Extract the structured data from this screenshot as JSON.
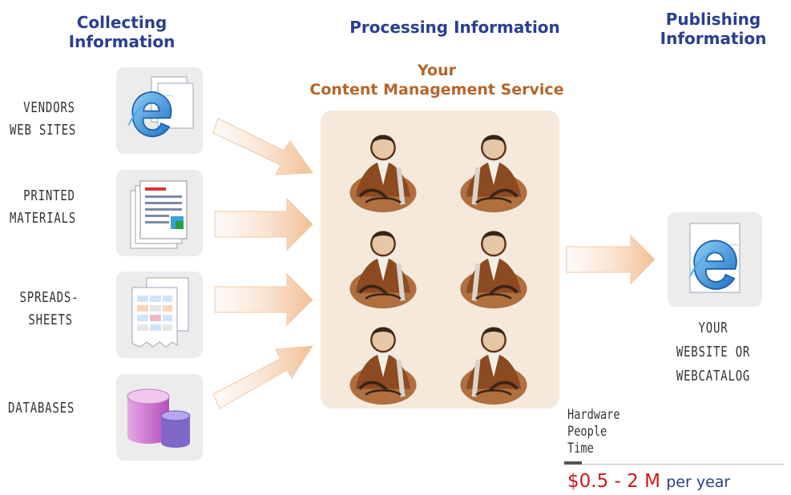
{
  "headers": {
    "collecting": [
      "Collecting",
      "Information"
    ],
    "processing": "Processing Information",
    "publishing": [
      "Publishing",
      "Information"
    ]
  },
  "service_title": [
    "Your",
    "Content Management Service"
  ],
  "sources": [
    {
      "lines": [
        "VENDORS",
        "WEB SITES"
      ],
      "icon": "browser-document-icon"
    },
    {
      "lines": [
        "PRINTED",
        "MATERIALS"
      ],
      "icon": "printed-document-icon"
    },
    {
      "lines": [
        "SPREADS-",
        "SHEETS"
      ],
      "icon": "spreadsheet-icon"
    },
    {
      "lines": [
        "DATABASES"
      ],
      "icon": "database-icon"
    }
  ],
  "staff_count": 6,
  "output": {
    "lines": [
      "YOUR",
      "WEBSITE OR",
      "WEBCATALOG"
    ],
    "icon": "browser-icon"
  },
  "costs": [
    "Hardware",
    "People",
    "Time"
  ],
  "price": {
    "amount": "$0.5 - 2 M",
    "period": "per year"
  },
  "colors": {
    "header": "#2a3f8f",
    "subheader": "#b5652a",
    "panel": "#f5e9db",
    "arrow": "#f3c6a0",
    "price": "#cc1a1a"
  }
}
